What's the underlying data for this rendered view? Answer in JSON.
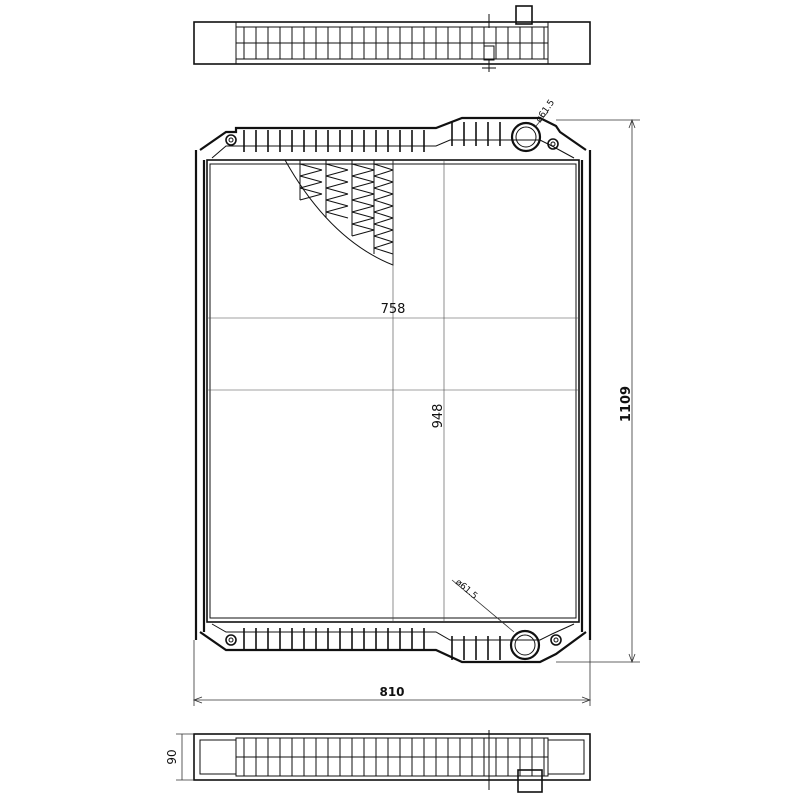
{
  "drawing": {
    "dimensions": {
      "core_width": "758",
      "core_height": "948",
      "overall_width": "810",
      "overall_height": "1109",
      "depth": "90",
      "inlet_diameter": "ø61.5",
      "outlet_diameter": "ø61.5"
    }
  }
}
